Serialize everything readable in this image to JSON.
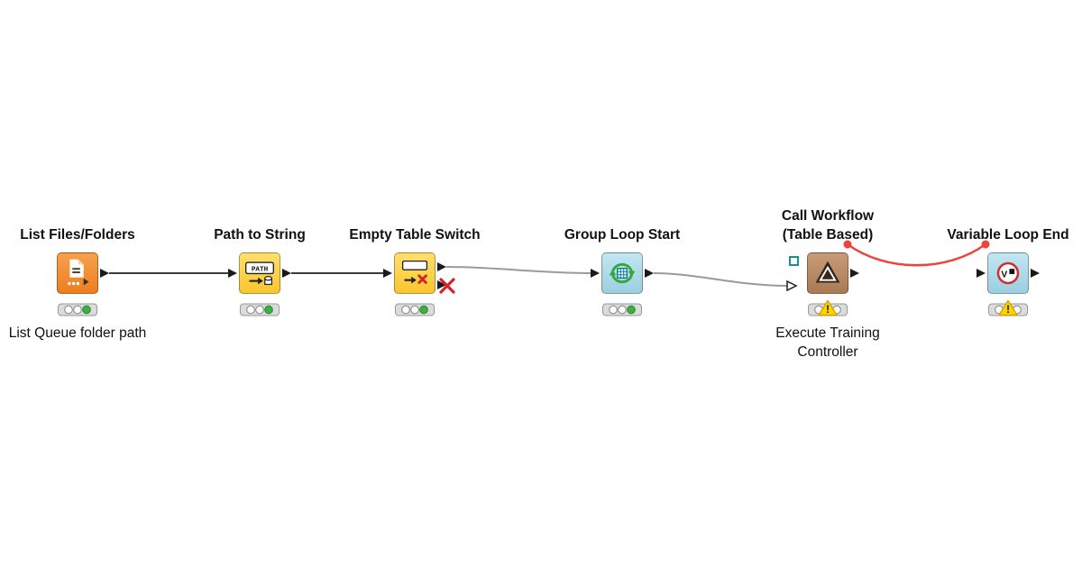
{
  "colors": {
    "canvas_bg": "#ffffff",
    "connection_dark": "#3c3c3c",
    "connection_gray": "#9a9a9a",
    "connection_flowvar": "#f0413d",
    "port_black": "#1a1a1a",
    "status_green": "#3db044",
    "warning_yellow": "#ffd500",
    "inactive_port_red": "#d2242a",
    "node_orange": "#ee7d1e",
    "node_yellow": "#fbc52e",
    "node_blue": "#99cfe1",
    "node_brown": "#aa7a53"
  },
  "workflow": {
    "warning_mark": "!",
    "icon_texts": {
      "path_label": "PATH",
      "variable_letter": "V"
    },
    "nodes": [
      {
        "title": "List Files/Folders",
        "title2": "",
        "caption": "List Queue folder path",
        "caption2": "",
        "status": "done"
      },
      {
        "title": "Path to String",
        "title2": "",
        "caption": "",
        "caption2": "",
        "status": "done"
      },
      {
        "title": "Empty Table Switch",
        "title2": "",
        "caption": "",
        "caption2": "",
        "status": "done"
      },
      {
        "title": "Group Loop Start",
        "title2": "",
        "caption": "",
        "caption2": "",
        "status": "done"
      },
      {
        "title": "Call Workflow",
        "title2": "(Table Based)",
        "caption": "Execute Training",
        "caption2": "Controller",
        "status": "warning"
      },
      {
        "title": "Variable Loop End",
        "title2": "",
        "caption": "",
        "caption2": "",
        "status": "warning"
      }
    ]
  }
}
